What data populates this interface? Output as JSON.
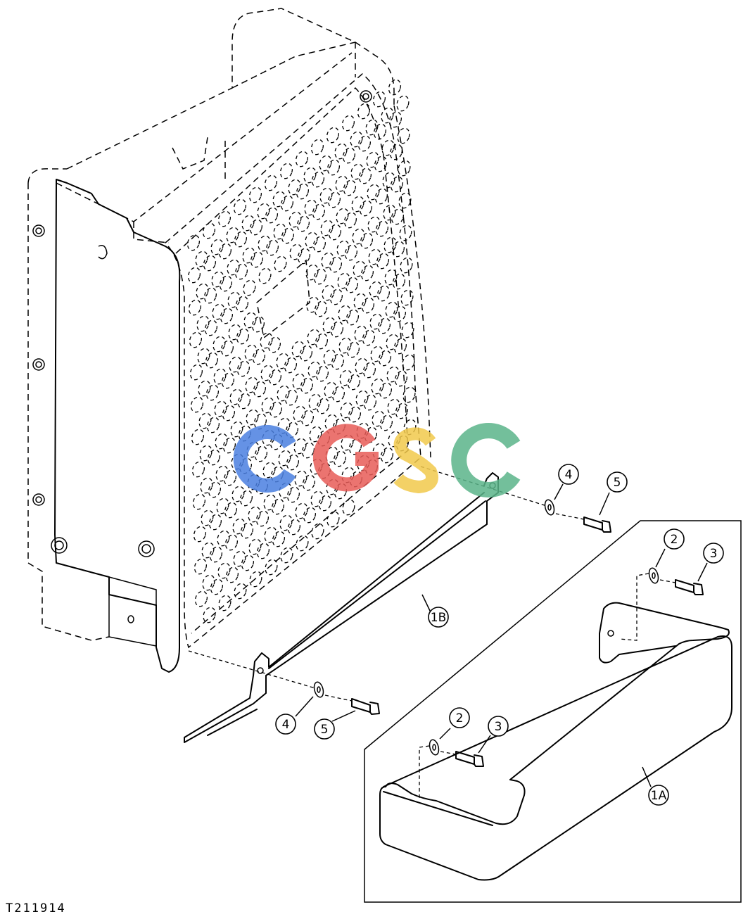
{
  "figure_id": "T211914",
  "watermark": {
    "letters": [
      "C",
      "G",
      "S",
      "C"
    ],
    "colors": [
      "#4a7fe0",
      "#e85c58",
      "#f2c94c",
      "#5bb58a"
    ]
  },
  "callouts": {
    "c_1A": "1A",
    "c_1B": "1B",
    "c_2_top": "2",
    "c_3_top": "3",
    "c_2_bottom": "2",
    "c_3_bottom": "3",
    "c_4_right": "4",
    "c_5_right": "5",
    "c_4_left": "4",
    "c_5_left": "5"
  }
}
